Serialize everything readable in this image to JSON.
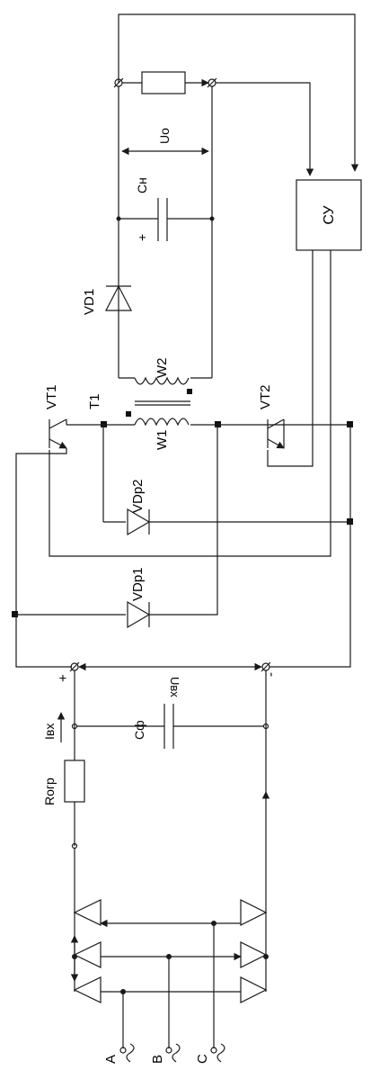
{
  "labels": {
    "control_unit": "СУ",
    "output_voltage": "Uo",
    "load_capacitor": "Сн",
    "capacitor_polarity": "+",
    "output_diode": "VD1",
    "winding_secondary": "W2",
    "winding_primary": "W1",
    "transformer": "T1",
    "transistor_1": "VT1",
    "transistor_2": "VT2",
    "recovery_diode_2": "VDp2",
    "recovery_diode_1": "VDp1",
    "input_plus": "+",
    "input_minus": "-",
    "input_voltage": "Uвх",
    "input_current": "Iвх",
    "filter_capacitor": "Сф",
    "limit_resistor": "Rогр",
    "phase_a": "A",
    "phase_b": "B",
    "phase_c": "C"
  }
}
